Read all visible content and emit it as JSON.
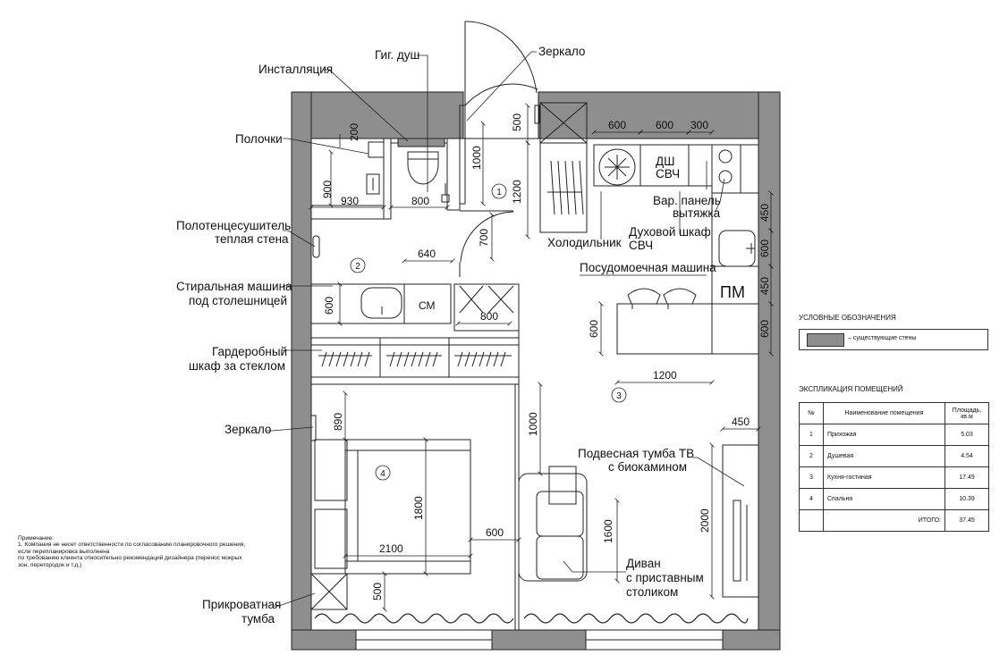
{
  "callouts": {
    "installation": "Инсталляция",
    "hyg_shower": "Гиг. душ",
    "mirror_top": "Зеркало",
    "shelves": "Полочки",
    "towel_dryer_1": "Полотенцесушитель",
    "towel_dryer_2": "теплая стена",
    "washer_1": "Стиральная машина",
    "washer_2": "под столешницей",
    "wardrobe_1": "Гардеробный",
    "wardrobe_2": "шкаф за стеклом",
    "mirror_left": "Зеркало",
    "bedside_1": "Прикроватная",
    "bedside_2": "тумба",
    "fridge": "Холодильник",
    "shower_mw": "ДШ",
    "mw": "СВЧ",
    "hob_hood_1": "Вар. панель",
    "hob_hood_2": "вытяжка",
    "oven_1": "Духовой шкаф",
    "oven_2": "СВЧ",
    "dishwasher": "Посудомоечная машина",
    "dishwasher_code": "ПМ",
    "washer_code": "СМ",
    "tv_1": "Подвесная тумба ТВ",
    "tv_2": "с биокамином",
    "sofa_1": "Диван",
    "sofa_2": "с приставным",
    "sofa_3": "столиком"
  },
  "dimensions": {
    "d200": "200",
    "d900": "900",
    "d930": "930",
    "d800_top": "800",
    "d1000_a": "1000",
    "d500_top": "500",
    "d1200_v": "1200",
    "d700": "700",
    "d640": "640",
    "d600_wash": "600",
    "d800_mid": "800",
    "d600_k1": "600",
    "d600_k2": "600",
    "d300": "300",
    "d450_a": "450",
    "d600_r1": "600",
    "d450_b": "450",
    "d600_r2": "600",
    "d600_island": "600",
    "d1200_h": "1200",
    "d1000_b": "1000",
    "d890": "890",
    "d1800": "1800",
    "d2100": "2100",
    "d600_bed": "600",
    "d500_bed": "500",
    "d1600": "1600",
    "d2000": "2000",
    "d450_tv": "450"
  },
  "rooms": {
    "r1": "1",
    "r2": "2",
    "r3": "3",
    "r4": "4"
  },
  "note": {
    "title": "Примечание:",
    "line1": "1. Компания не несет ответственности по согласованию планировочного решения,",
    "line2": "если перепланировка выполнена",
    "line3": "по требованию клиента относительно рекомендаций дизайнера (перенос мокрых",
    "line4": "зон, перегородок и т.д.)"
  },
  "legend": {
    "title": "УСЛОВНЫЕ ОБОЗНАЧЕНИЯ",
    "item": "– существующие стены",
    "wall_color": "#8e8e8e"
  },
  "explication": {
    "title": "ЭКСПЛИКАЦИЯ ПОМЕЩЕНИЙ",
    "col_no": "№",
    "col_name": "Наименование помещения",
    "col_area_1": "Площадь,",
    "col_area_2": "кв.м",
    "rows": [
      {
        "no": "1",
        "name": "Прихожая",
        "area": "5.03"
      },
      {
        "no": "2",
        "name": "Душевая",
        "area": "4.54"
      },
      {
        "no": "3",
        "name": "Кухня-гостиная",
        "area": "17.49"
      },
      {
        "no": "4",
        "name": "Спальня",
        "area": "10.39"
      }
    ],
    "total_label": "ИТОГО:",
    "total": "37.45"
  }
}
